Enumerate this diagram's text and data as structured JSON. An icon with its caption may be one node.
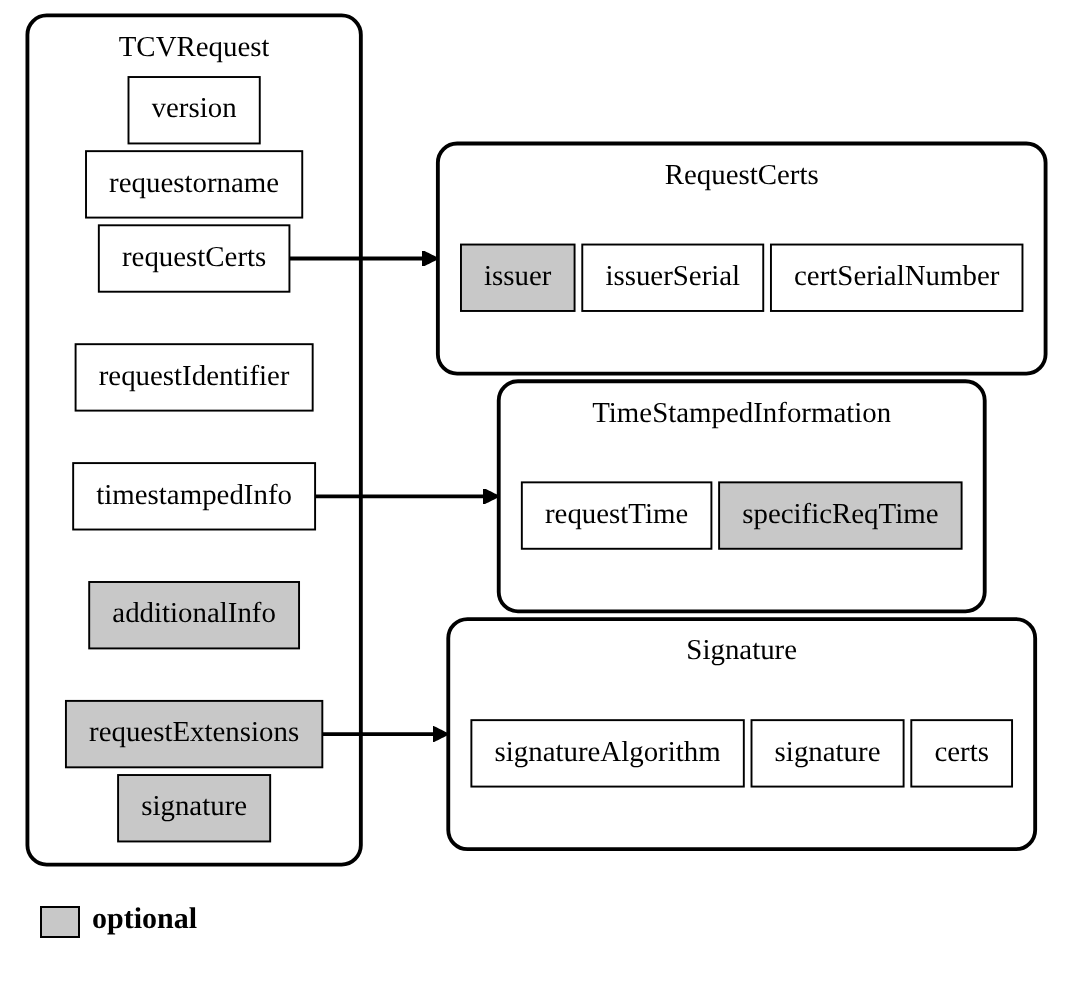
{
  "diagram": {
    "nodes": [
      {
        "text": [
          "TCVRequest"
        ]
      },
      {
        "text": [
          "version"
        ],
        "in": 0
      },
      {
        "text": [
          "requestorname"
        ],
        "in": 0
      },
      {
        "text": [
          "requestCerts"
        ],
        "in": 0
      },
      {
        "text": [
          "requestIdentifier"
        ],
        "in": 0
      },
      {
        "text": [
          "timestampedInfo"
        ],
        "in": 0
      },
      {
        "text": [
          "additionalInfo"
        ],
        "in": 0
      },
      {
        "text": [
          "requestExtensions"
        ],
        "in": 0
      },
      {
        "text": [
          "signature"
        ],
        "in": 0
      },
      {
        "text": [
          "RequestCerts"
        ]
      },
      {
        "text": [
          "issuer"
        ],
        "in": 9
      },
      {
        "text": [
          "issuerSerial"
        ],
        "in": 9
      },
      {
        "text": [
          "certSerialNumber"
        ],
        "in": 9
      },
      {
        "text": [
          "TimeStampedInformation"
        ]
      },
      {
        "text": [
          "requestTime"
        ],
        "in": 13
      },
      {
        "text": [
          "specificReqTime"
        ],
        "in": 13
      },
      {
        "text": [
          "Signature"
        ]
      },
      {
        "text": [
          "signatureAlgorithm"
        ],
        "in": 16
      },
      {
        "text": [
          "signature"
        ],
        "in": 16
      },
      {
        "text": [
          "certs"
        ],
        "in": 16
      }
    ],
    "edges": [
      {
        "from": 3,
        "to": 9,
        "arrow": "to"
      },
      {
        "from": 5,
        "to": 13,
        "arrow": "to"
      },
      {
        "from": 7,
        "to": 16,
        "arrow": "to"
      }
    ],
    "legend": [
      {
        "text": "optional",
        "color": "#c8c8c8"
      }
    ]
  }
}
